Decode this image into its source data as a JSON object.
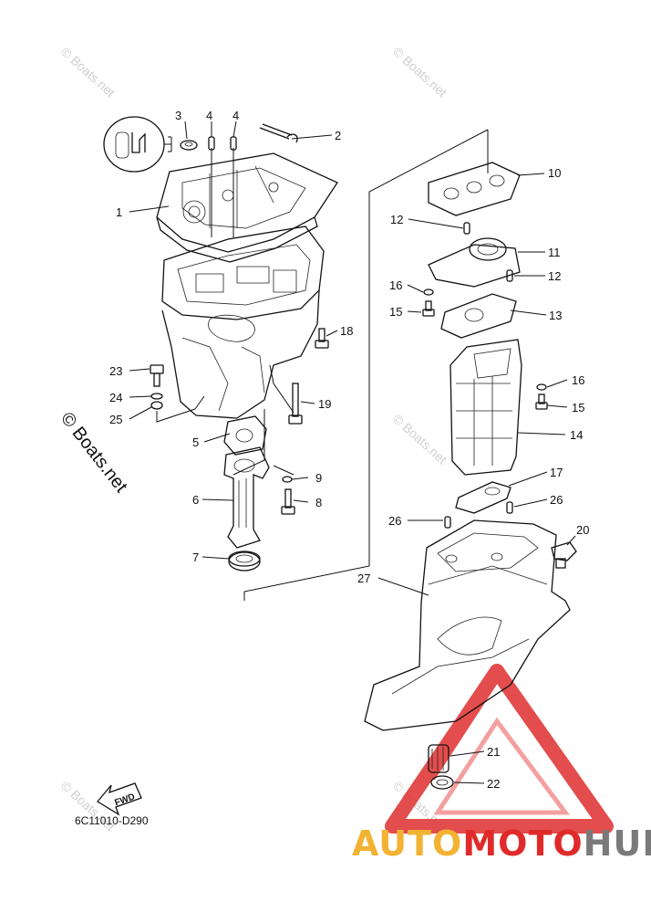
{
  "diagram": {
    "drawing_code": "6C11010-D290",
    "copyright": "© Boats.net",
    "watermark_text": "© Boats.net",
    "fwd_label": "FWD",
    "callouts": [
      "1",
      "2",
      "3",
      "4",
      "4",
      "5",
      "6",
      "7",
      "8",
      "9",
      "10",
      "11",
      "12",
      "12",
      "13",
      "14",
      "15",
      "15",
      "16",
      "16",
      "17",
      "18",
      "19",
      "20",
      "21",
      "22",
      "23",
      "24",
      "25",
      "26",
      "26",
      "27"
    ]
  },
  "brand": {
    "part1": "AUTO",
    "part2": "MOTO",
    "part3": "HUB",
    "colors": {
      "auto": "#f2b233",
      "moto": "#e02a2a",
      "hub": "#7a7a7a",
      "triangle": "#e03a3a"
    }
  }
}
